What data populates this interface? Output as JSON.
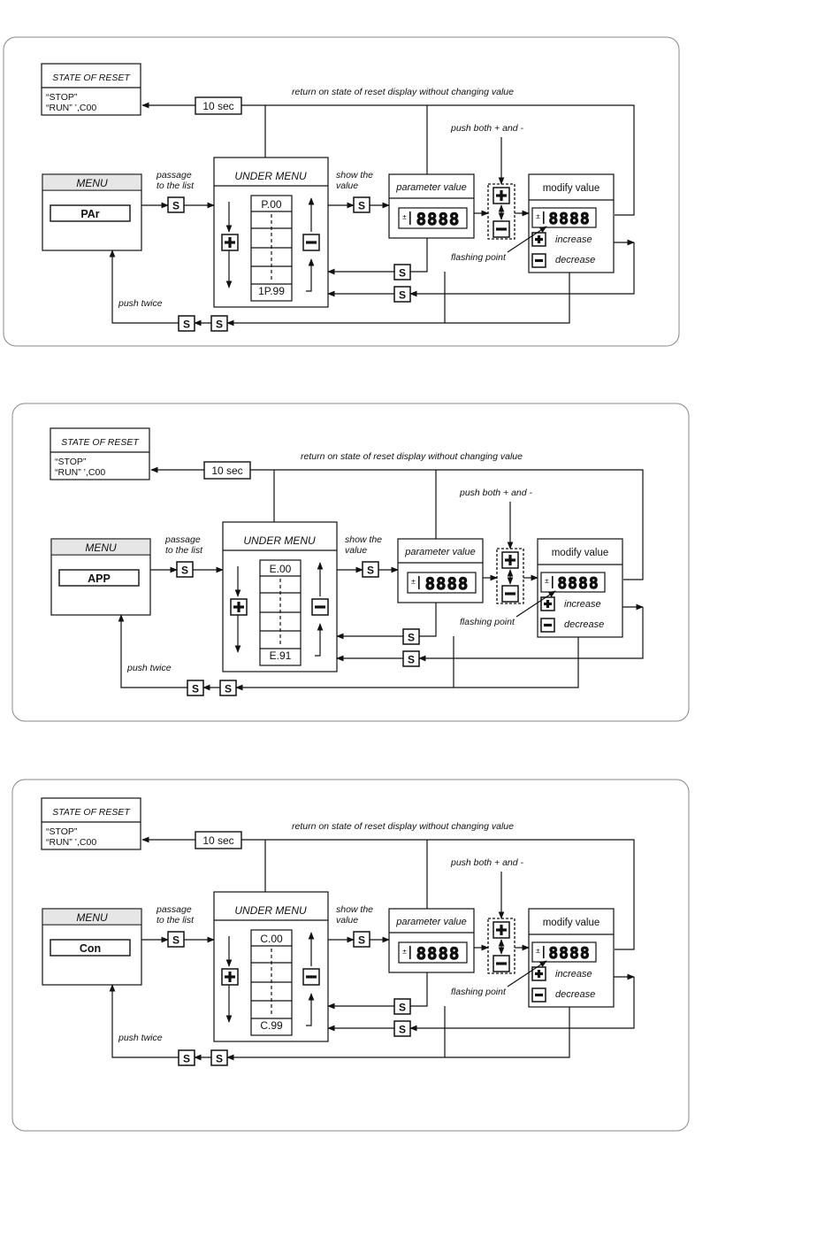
{
  "panels": [
    {
      "menu_title": "MENU",
      "menu_value": "PAr",
      "reset_title": "STATE OF RESET",
      "reset_line1": "“STOP”",
      "reset_line2": "“RUN” ’,C00",
      "timeout": "10 sec",
      "return_label": "return on state of reset display without changing value",
      "push_both": "push both  +  and  -",
      "passage_line1": "passage",
      "passage_line2": "to the list",
      "show_line1": "show the",
      "show_line2": "value",
      "under_menu_title": "UNDER MENU",
      "list_first": "P.00",
      "list_last": "1P.99",
      "param_title": "parameter value",
      "modify_title": "modify value",
      "display_digits": "8888",
      "flashing_point": "flashing point",
      "increase": "increase",
      "decrease": "decrease",
      "push_twice": "push twice",
      "s_key": "S",
      "plus": "+",
      "minus": "−"
    },
    {
      "menu_title": "MENU",
      "menu_value": "APP",
      "reset_title": "STATE OF RESET",
      "reset_line1": "“STOP”",
      "reset_line2": "“RUN” ’,C00",
      "timeout": "10 sec",
      "return_label": "return on state of reset display without changing value",
      "push_both": "push both  +  and  -",
      "passage_line1": "passage",
      "passage_line2": "to the list",
      "show_line1": "show the",
      "show_line2": "value",
      "under_menu_title": "UNDER MENU",
      "list_first": "E.00",
      "list_last": "E.91",
      "param_title": "parameter value",
      "modify_title": "modify value",
      "display_digits": "8888",
      "flashing_point": "flashing point",
      "increase": "increase",
      "decrease": "decrease",
      "push_twice": "push twice",
      "s_key": "S",
      "plus": "+",
      "minus": "−"
    },
    {
      "menu_title": "MENU",
      "menu_value": "Con",
      "reset_title": "STATE OF RESET",
      "reset_line1": "“STOP”",
      "reset_line2": "“RUN” ’,C00",
      "timeout": "10 sec",
      "return_label": "return on state of reset display without changing value",
      "push_both": "push both  +  and  -",
      "passage_line1": "passage",
      "passage_line2": "to the list",
      "show_line1": "show the",
      "show_line2": "value",
      "under_menu_title": "UNDER MENU",
      "list_first": "C.00",
      "list_last": "C.99",
      "param_title": "parameter value",
      "modify_title": "modify value",
      "display_digits": "8888",
      "flashing_point": "flashing point",
      "increase": "increase",
      "decrease": "decrease",
      "push_twice": "push twice",
      "s_key": "S",
      "plus": "+",
      "minus": "−"
    }
  ]
}
